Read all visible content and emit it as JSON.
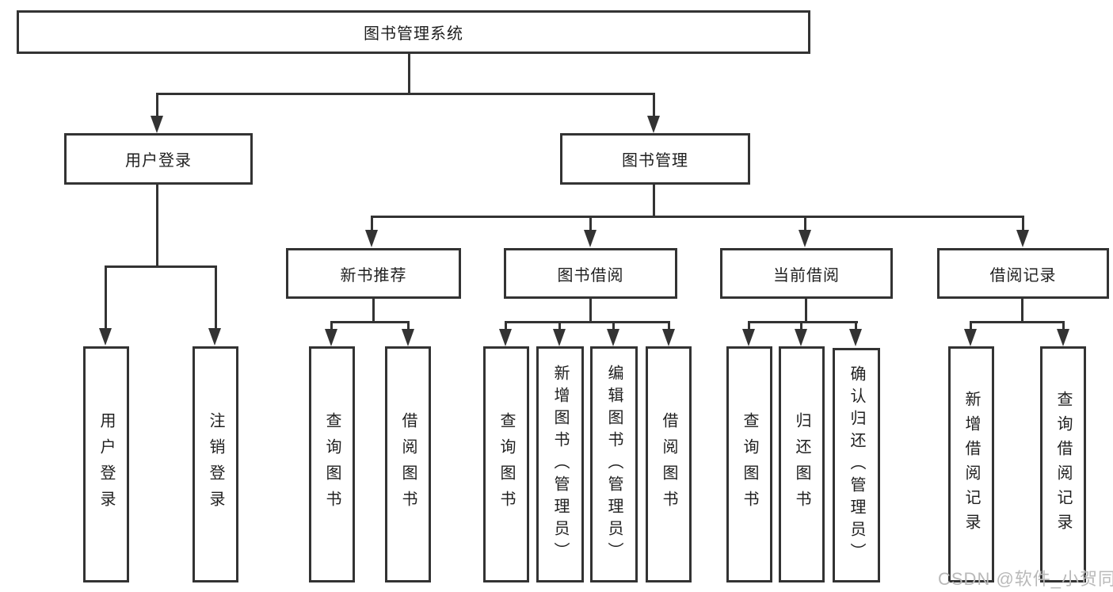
{
  "tree": {
    "root": {
      "label": "图书管理系统"
    },
    "branches": [
      {
        "label": "用户登录",
        "children": [
          {
            "label": "用户登录"
          },
          {
            "label": "注销登录"
          }
        ]
      },
      {
        "label": "图书管理",
        "children": [
          {
            "label": "新书推荐",
            "children": [
              {
                "label": "查询图书"
              },
              {
                "label": "借阅图书"
              }
            ]
          },
          {
            "label": "图书借阅",
            "children": [
              {
                "label": "查询图书"
              },
              {
                "label": "新增图书（管理员）"
              },
              {
                "label": "编辑图书（管理员）"
              },
              {
                "label": "借阅图书"
              }
            ]
          },
          {
            "label": "当前借阅",
            "children": [
              {
                "label": "查询图书"
              },
              {
                "label": "归还图书"
              },
              {
                "label": "确认归还（管理员）"
              }
            ]
          },
          {
            "label": "借阅记录",
            "children": [
              {
                "label": "新增借阅记录"
              },
              {
                "label": "查询借阅记录"
              }
            ]
          }
        ]
      }
    ]
  },
  "watermark": {
    "text": "CSDN @软件_小贺同学"
  },
  "colors": {
    "line": "#333333",
    "box_border": "#333333",
    "box_fill": "#ffffff",
    "text": "#1f1f1f",
    "watermark": "#b9b9b9"
  }
}
